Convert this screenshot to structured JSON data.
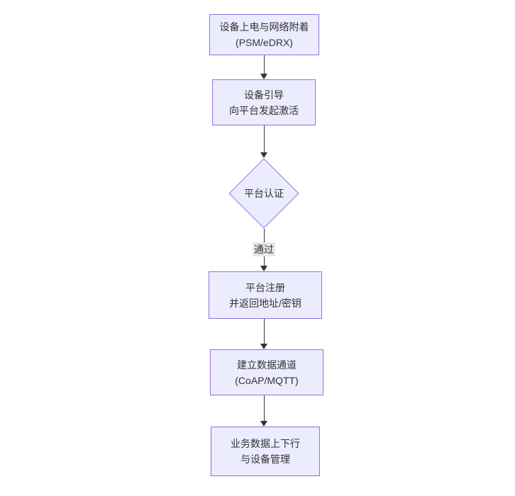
{
  "diagram": {
    "type": "flowchart",
    "direction": "top-down",
    "colors": {
      "background": "#ffffff",
      "node_fill": "#ECECFF",
      "node_border": "#9370DB",
      "text": "#333333",
      "arrow": "#333333",
      "edge_label_bg": "#e8e8e8"
    },
    "nodes": {
      "power_attach": {
        "shape": "rect",
        "line1": "设备上电与网络附着",
        "line2": "(PSM/eDRX)"
      },
      "bootstrap": {
        "shape": "rect",
        "line1": "设备引导",
        "line2": "向平台发起激活"
      },
      "auth": {
        "shape": "diamond",
        "label": "平台认证"
      },
      "register": {
        "shape": "rect",
        "line1": "平台注册",
        "line2": "并返回地址/密钥"
      },
      "data_channel": {
        "shape": "rect",
        "line1": "建立数据通道",
        "line2": "(CoAP/MQTT)"
      },
      "business": {
        "shape": "rect",
        "line1": "业务数据上下行",
        "line2": "与设备管理"
      }
    },
    "edges": {
      "auth_pass_label": "通过"
    }
  }
}
